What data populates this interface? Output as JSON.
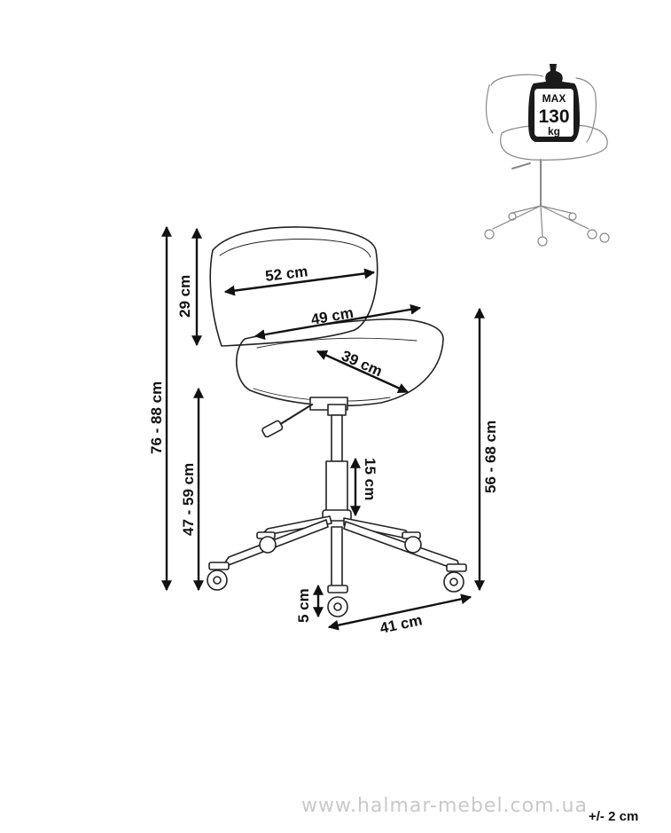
{
  "capacity": {
    "max": "MAX",
    "value": "130",
    "unit": "kg"
  },
  "dimensions": {
    "backrest_width": "52 cm",
    "backrest_height": "29 cm",
    "seat_width": "49 cm",
    "seat_depth": "39 cm",
    "total_height": "76 - 88 cm",
    "seat_height": "47 - 59 cm",
    "adjust_range": "15 cm",
    "height_right": "56 - 68 cm",
    "caster_height": "5 cm",
    "base_width": "41 cm"
  },
  "watermark": "www.halmar-mebel.com.ua",
  "tolerance": "+/- 2 cm"
}
